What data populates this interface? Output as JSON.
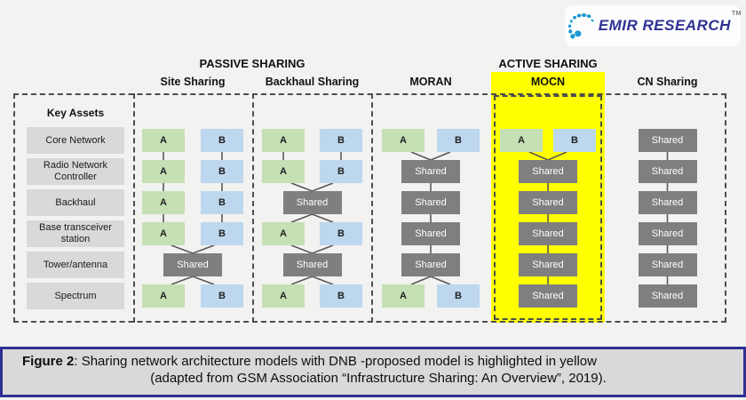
{
  "logo": {
    "text": "EMIR RESEARCH",
    "tm": "TM"
  },
  "groups": [
    {
      "label": "PASSIVE SHARING"
    },
    {
      "label": "ACTIVE SHARING"
    }
  ],
  "key_assets": {
    "title": "Key Assets",
    "rows": [
      "Core Network",
      "Radio Network Controller",
      "Backhaul",
      "Base transceiver station",
      "Tower/antenna",
      "Spectrum"
    ]
  },
  "cell_labels": {
    "a": "A",
    "b": "B",
    "shared": "Shared"
  },
  "columns": [
    {
      "label": "Site Sharing",
      "highlight": false,
      "rows": [
        "ab",
        "ab",
        "ab",
        "ab",
        "s",
        "ab"
      ],
      "connectors": [
        "vv",
        "vv",
        "vv",
        "x",
        "y"
      ]
    },
    {
      "label": "Backhaul Sharing",
      "highlight": false,
      "rows": [
        "ab",
        "ab",
        "s",
        "ab",
        "s",
        "ab"
      ],
      "connectors": [
        "vv",
        "x",
        "y",
        "x",
        "y"
      ]
    },
    {
      "label": "MORAN",
      "highlight": false,
      "rows": [
        "ab",
        "s",
        "s",
        "s",
        "s",
        "ab"
      ],
      "connectors": [
        "x",
        "v",
        "v",
        "v",
        "y"
      ]
    },
    {
      "label": "MOCN",
      "highlight": true,
      "rows": [
        "ab",
        "s",
        "s",
        "s",
        "s",
        "s"
      ],
      "connectors": [
        "x",
        "v",
        "v",
        "v",
        "v"
      ]
    },
    {
      "label": "CN Sharing",
      "highlight": false,
      "rows": [
        "s",
        "s",
        "s",
        "s",
        "s",
        "s"
      ],
      "connectors": [
        "v",
        "v",
        "v",
        "v",
        "v"
      ]
    }
  ],
  "caption": {
    "figure_label": "Figure 2",
    "line1_rest": ": Sharing network architecture models with DNB  -proposed model is highlighted in yellow",
    "line2": "(adapted from GSM Association “Infrastructure Sharing: An Overview”, 2019)."
  },
  "colors": {
    "green": "#c5e0b4",
    "blue": "#bdd7ee",
    "shared_gray": "#7f7f7f",
    "label_gray": "#d9d9d9",
    "highlight_yellow": "#ffff00",
    "connector": "#595959",
    "brand_blue": "#2e3192",
    "logo_dot_blue": "#1b9ad2",
    "caption_border": "#2e3192",
    "caption_bg": "#d9d9d9"
  }
}
